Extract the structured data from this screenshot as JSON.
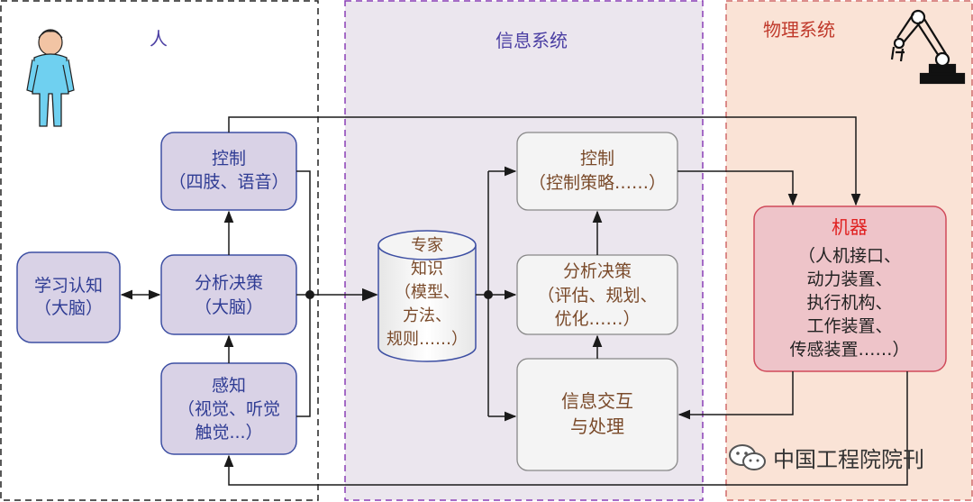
{
  "title_human": "人",
  "title_info": "信息系统",
  "title_physical": "物理系统",
  "human": {
    "learn": [
      "学习认知",
      "（大脑）"
    ],
    "control": [
      "控制",
      "（四肢、语音）"
    ],
    "decide": [
      "分析决策",
      "（大脑）"
    ],
    "perceive": [
      "感知",
      "（视觉、听觉",
      "触觉...）"
    ]
  },
  "info": {
    "knowledge": [
      "专家",
      "知识",
      "（模型、",
      "方法、",
      "规则……）"
    ],
    "control": [
      "控制",
      "（控制策略……）"
    ],
    "decide": [
      "分析决策",
      "（评估、规划、",
      "优化……）"
    ],
    "interact": [
      "信息交互",
      "与处理"
    ]
  },
  "machine": {
    "title": "机器",
    "details": [
      "（人机接口、",
      "动力装置、",
      "执行机构、",
      "工作装置、",
      "传感装置……）"
    ]
  },
  "watermark": "中国工程院院刊",
  "colors": {
    "human_box_fill": "#d9d2e6",
    "human_box_stroke": "#3d4fa3",
    "human_text": "#2f3c94",
    "info_bg": "#ebe6ee",
    "info_box_fill": "#f4f4f4",
    "info_text": "#7a4a2a",
    "physical_bg": "#fae3d6",
    "machine_fill": "#eec4c9",
    "machine_stroke": "#d04a5a",
    "machine_title": "#e02020",
    "physical_title": "#c0392b",
    "info_title": "#4b3fa3",
    "purple_dash": "#8a3fb5",
    "arrow": "#1a1a1a"
  }
}
